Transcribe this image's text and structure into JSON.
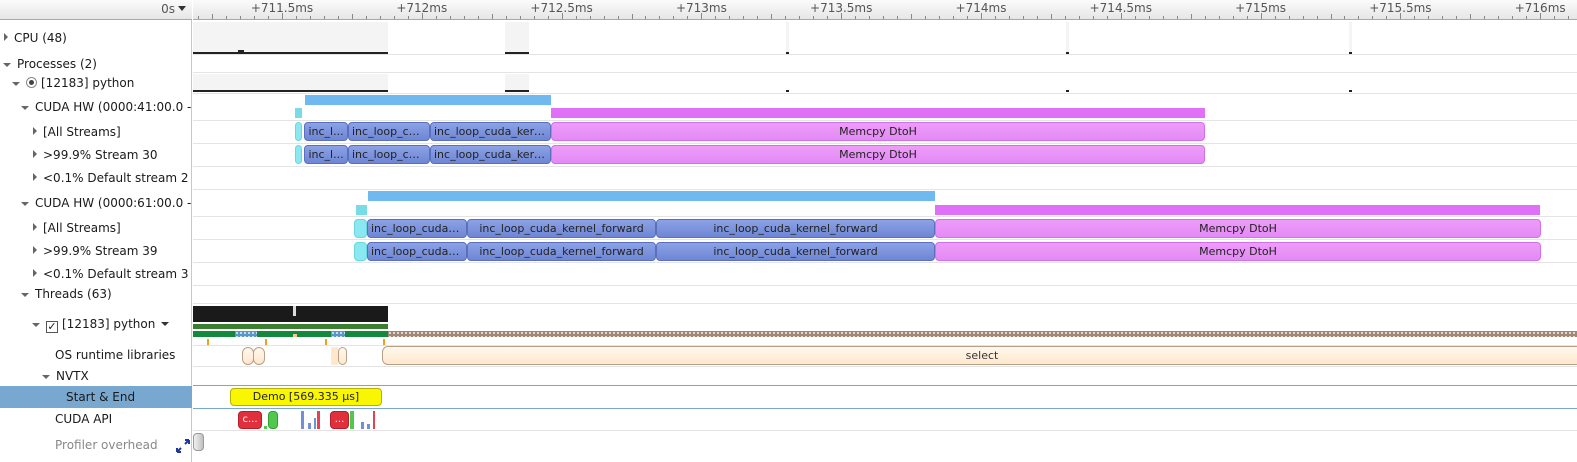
{
  "header": {
    "time_origin": "0s",
    "ruler_ticks": [
      "+711.5ms",
      "+712ms",
      "+712.5ms",
      "+713ms",
      "+713.5ms",
      "+714ms",
      "+714.5ms",
      "+715ms",
      "+715.5ms",
      "+716ms"
    ]
  },
  "rows": {
    "cpu": "CPU (48)",
    "processes": "Processes (2)",
    "process_python": "[12183] python",
    "cuda_hw_1": "CUDA HW (0000:41:00.0 -",
    "all_streams_1": "[All Streams]",
    "stream_30": ">99.9% Stream 30",
    "default_stream_2": "<0.1% Default stream 2",
    "cuda_hw_2": "CUDA HW (0000:61:00.0 -",
    "all_streams_2": "[All Streams]",
    "stream_39": ">99.9% Stream 39",
    "default_stream_3": "<0.1% Default stream 3",
    "threads": "Threads (63)",
    "thread_python": "[12183] python",
    "os_runtime": "OS runtime libraries",
    "nvtx": "NVTX",
    "start_end": "Start & End",
    "cuda_api": "CUDA API",
    "profiler_overhead": "Profiler overhead"
  },
  "gpu1": {
    "kernels": [
      "inc_l...",
      "inc_loop_cu...",
      "inc_loop_cuda_kern..."
    ],
    "memcpy": "Memcpy DtoH"
  },
  "gpu2": {
    "kernels": [
      "inc_loop_cuda_...",
      "inc_loop_cuda_kernel_forward",
      "inc_loop_cuda_kernel_forward"
    ],
    "memcpy": "Memcpy DtoH"
  },
  "os_runtime_event": "select",
  "nvtx_range": "Demo [569.335 µs]",
  "cuda_api_events": [
    "c...",
    "..."
  ],
  "colors": {
    "kernel": "#7a90dc",
    "memcpy": "#e58cf6",
    "gpu_summary": "#70b8f0",
    "nvtx": "#f8f600",
    "selected_row": "#78a8d0"
  }
}
